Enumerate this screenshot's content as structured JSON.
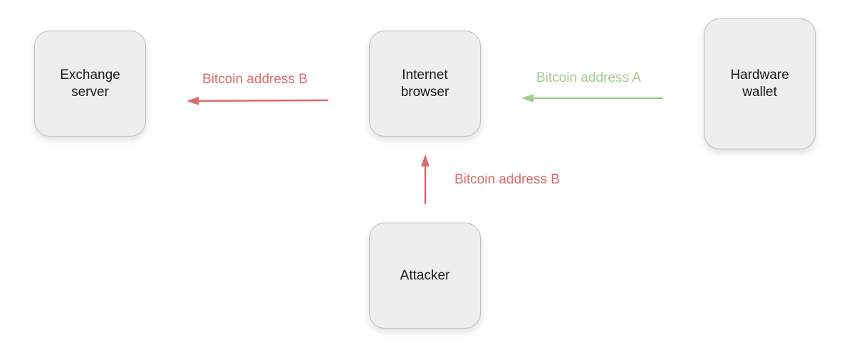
{
  "colors": {
    "attack": "#dc6b6b",
    "legit": "#a3cd8f",
    "node_fill": "#eeeeee",
    "node_border": "#bdbdbd"
  },
  "nodes": {
    "exchange": {
      "label": "Exchange\nserver"
    },
    "browser": {
      "label": "Internet\nbrowser"
    },
    "wallet": {
      "label": "Hardware\nwallet"
    },
    "attacker": {
      "label": "Attacker"
    }
  },
  "edges": {
    "browser_to_exchange": {
      "label": "Bitcoin address B",
      "color": "attack"
    },
    "wallet_to_browser": {
      "label": "Bitcoin address A",
      "color": "legit"
    },
    "attacker_to_browser": {
      "label": "Bitcoin address B",
      "color": "attack"
    }
  }
}
